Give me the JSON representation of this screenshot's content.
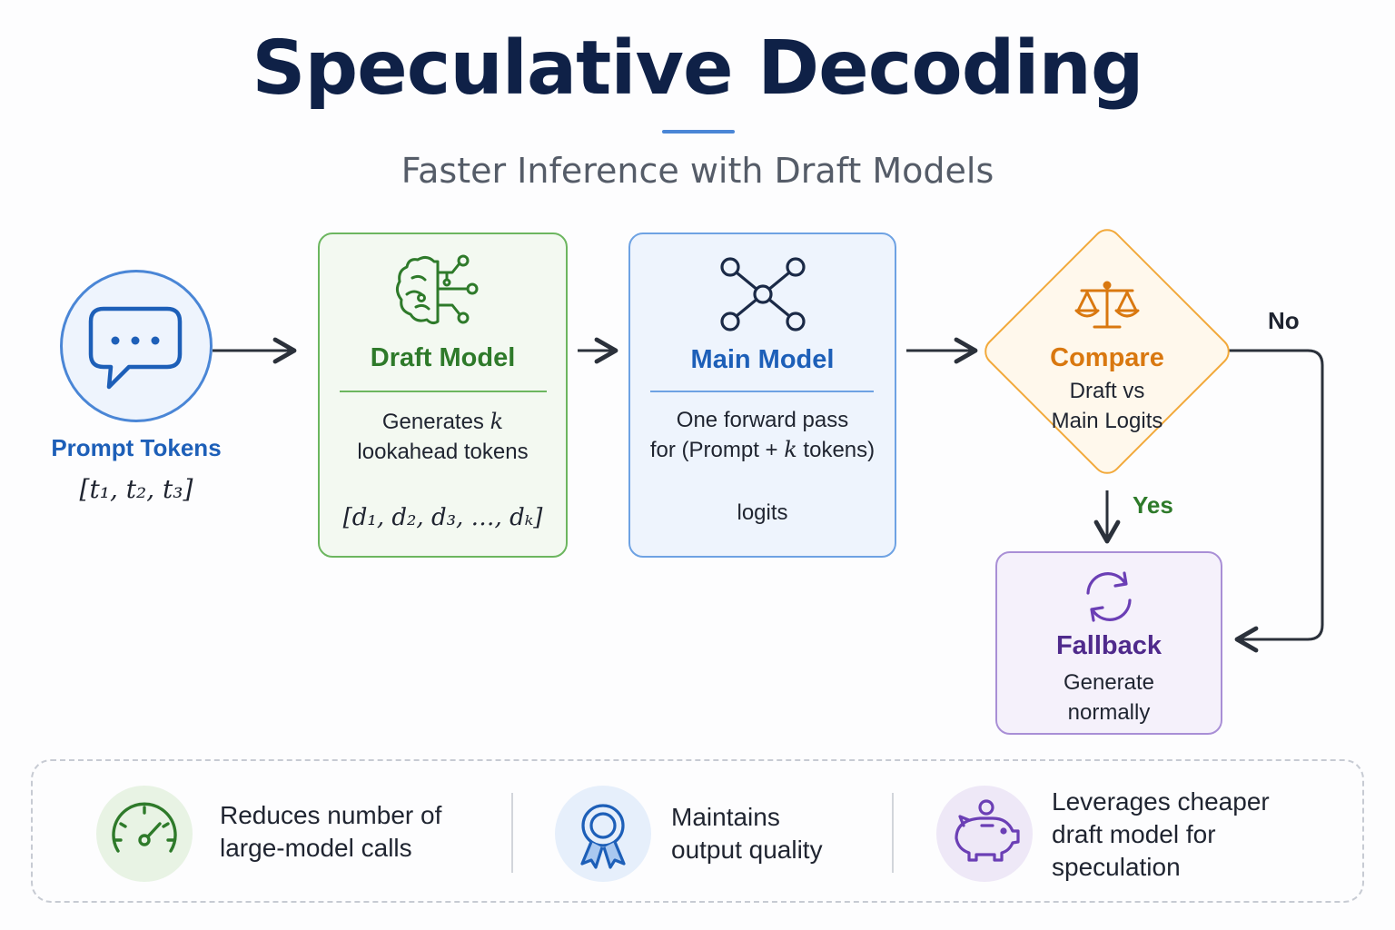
{
  "title": "Speculative Decoding",
  "subtitle": "Faster  Inference with Draft Models",
  "prompt": {
    "label": "Prompt Tokens",
    "tokens": "[t₁, t₂, t₃]",
    "icon": "chat-bubble-icon"
  },
  "draft_model": {
    "title": "Draft Model",
    "desc_line1_prefix": "Generates ",
    "desc_line1_var": "k",
    "desc_line2": "lookahead tokens",
    "sequence": "[d₁, d₂, d₃, …, dₖ]",
    "icon": "brain-circuit-icon"
  },
  "main_model": {
    "title": "Main Model",
    "desc_line1": "One forward pass",
    "desc_line2_prefix": "for (Prompt + ",
    "desc_line2_var": "k",
    "desc_line2_suffix": " tokens)",
    "output": "logits",
    "icon": "network-icon"
  },
  "compare": {
    "title": "Compare",
    "desc_line1": "Draft vs",
    "desc_line2": "Main Logits",
    "icon": "scales-icon"
  },
  "branches": {
    "no": "No",
    "yes": "Yes"
  },
  "fallback": {
    "title": "Fallback",
    "desc_line1": "Generate",
    "desc_line2": "normally",
    "icon": "refresh-icon"
  },
  "benefits": [
    {
      "line1": "Reduces number of",
      "line2": "large-model calls",
      "icon": "speedometer-icon",
      "bg": "#e8f3e4"
    },
    {
      "line1": "Maintains",
      "line2": "output quality",
      "icon": "award-ribbon-icon",
      "bg": "#e6effb"
    },
    {
      "line1": "Leverages cheaper",
      "line2": "draft model for",
      "line3": "speculation",
      "icon": "piggy-bank-icon",
      "bg": "#eee8f7"
    }
  ],
  "colors": {
    "navy": "#0f2147",
    "blue": "#1d5fb8",
    "green": "#2e7a2a",
    "orange": "#d97810",
    "purple": "#4f2a8c"
  }
}
